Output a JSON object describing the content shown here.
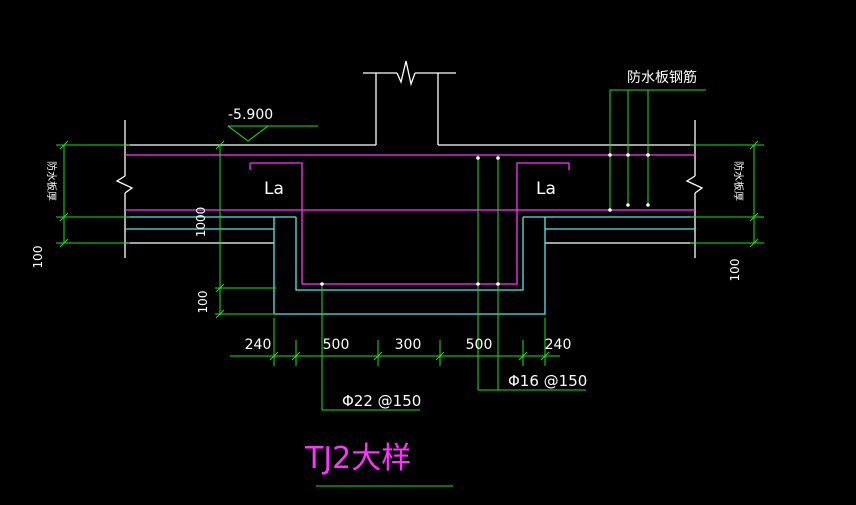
{
  "colors": {
    "background": "#000000",
    "white": "#ffffff",
    "green": "#22dd22",
    "magenta": "#ff33ff",
    "cyan": "#55e6e6"
  },
  "labels": {
    "elevation": "-5.900",
    "waterproof_rebar": "防水板钢筋",
    "waterproof_thickness_left": "防水板厚",
    "waterproof_thickness_right": "防水板厚",
    "la_left": "La",
    "la_right": "La",
    "dim_1000": "1000",
    "dim_100_left": "100",
    "dim_100_inner": "100",
    "dim_100_right": "100",
    "dim_240_left": "240",
    "dim_500_left": "500",
    "dim_300": "300",
    "dim_500_right": "500",
    "dim_240_right": "240",
    "rebar_phi22": "Φ22 @150",
    "rebar_phi16": "Φ16 @150",
    "title": "TJ2大样"
  }
}
